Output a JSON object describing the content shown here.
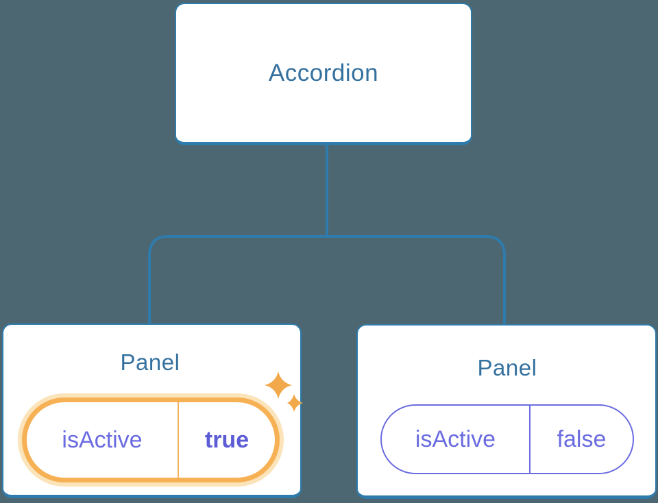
{
  "tree": {
    "root": {
      "label": "Accordion"
    },
    "children": [
      {
        "label": "Panel",
        "prop": {
          "name": "isActive",
          "value": "true"
        },
        "highlighted": true
      },
      {
        "label": "Panel",
        "prop": {
          "name": "isActive",
          "value": "false"
        },
        "highlighted": false
      }
    ]
  },
  "icons": {
    "sparkle": "sparkle-icon"
  },
  "colors": {
    "background": "#4c6771",
    "node_border": "#2f7bab",
    "node_fill": "#ffffff",
    "connector_line": "#2f7bab",
    "title_text": "#35719f",
    "prop_text": "#6b6ce0",
    "prop_value_active_text": "#5c5cd6",
    "highlight_ring": "#f7b155",
    "highlight_glow": "#fbe3ba",
    "highlight_divider": "#f3b261",
    "sparkle": "#f2a94c"
  }
}
